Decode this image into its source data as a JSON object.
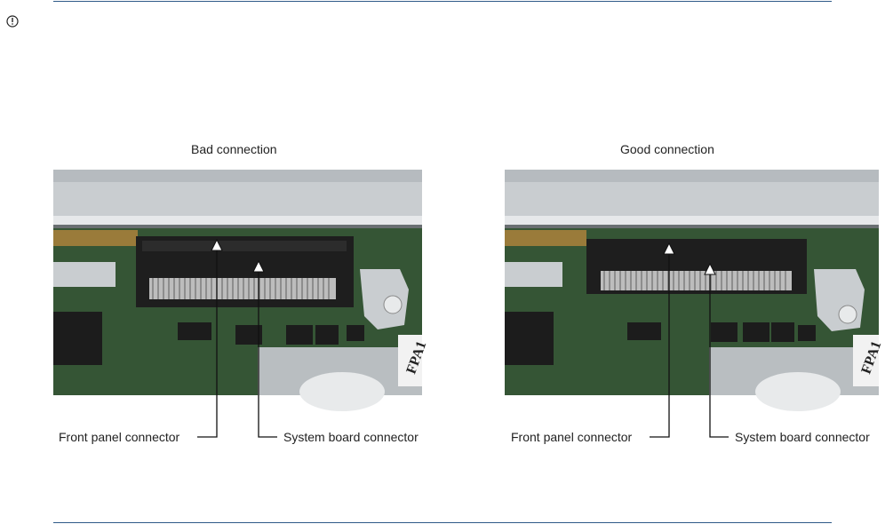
{
  "figure": {
    "left": {
      "caption": "Bad connection",
      "front_label": "Front panel connector",
      "system_label": "System board connector",
      "plate_text": "FPA1"
    },
    "right": {
      "caption": "Good connection",
      "front_label": "Front panel connector",
      "system_label": "System board connector",
      "plate_text": "FPA1"
    }
  },
  "icons": {
    "notice": "exclamation-circle-icon"
  },
  "colors": {
    "rule": "#2e5a88",
    "board": "#3a5a3a",
    "metal": "#c9cdd0"
  }
}
